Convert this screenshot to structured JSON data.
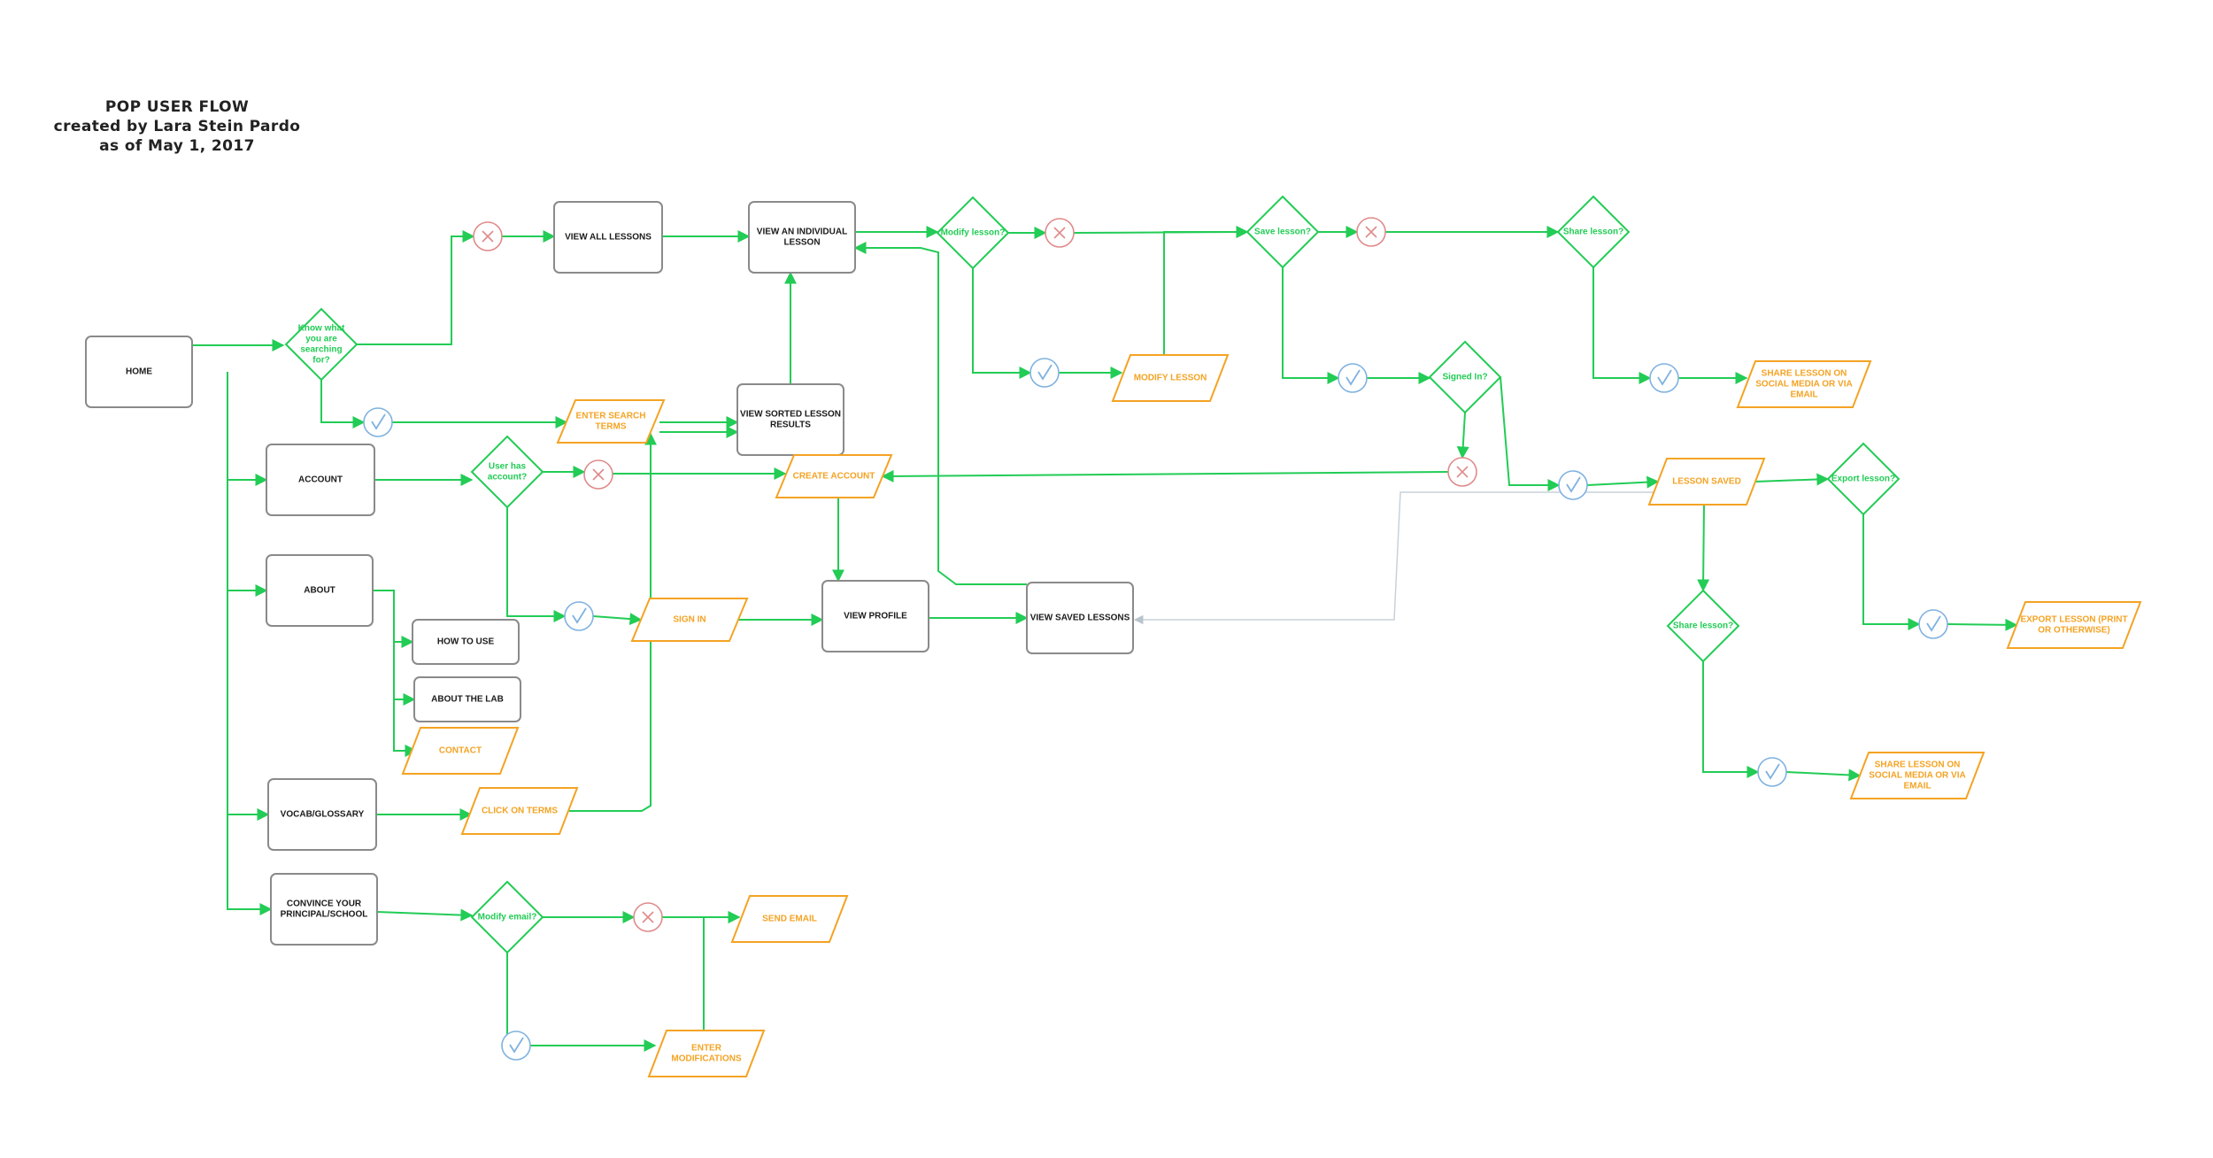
{
  "title": {
    "line1": "POP USER FLOW",
    "line2": "created by Lara Stein Pardo",
    "line3": "as of May 1, 2017"
  },
  "colors": {
    "process_border": "#8a8a8a",
    "io_border": "#f4a323",
    "io_text": "#f4a323",
    "decision": "#22cc55",
    "connector": "#22cc55",
    "yes_marker": "#7fb2e0",
    "no_marker": "#e08a8a"
  },
  "process_nodes": [
    {
      "id": "home",
      "lines": [
        "HOME"
      ]
    },
    {
      "id": "view-all-lessons",
      "lines": [
        "VIEW ALL LESSONS"
      ]
    },
    {
      "id": "view-individual-lesson",
      "lines": [
        "VIEW AN INDIVIDUAL",
        "LESSON"
      ]
    },
    {
      "id": "view-sorted-results",
      "lines": [
        "VIEW SORTED LESSON",
        "RESULTS"
      ]
    },
    {
      "id": "account",
      "lines": [
        "ACCOUNT"
      ]
    },
    {
      "id": "about",
      "lines": [
        "ABOUT"
      ]
    },
    {
      "id": "how-to-use",
      "lines": [
        "HOW TO USE"
      ]
    },
    {
      "id": "about-the-lab",
      "lines": [
        "ABOUT THE LAB"
      ]
    },
    {
      "id": "view-profile",
      "lines": [
        "VIEW PROFILE"
      ]
    },
    {
      "id": "view-saved-lessons",
      "lines": [
        "VIEW SAVED LESSONS"
      ]
    },
    {
      "id": "vocab-glossary",
      "lines": [
        "VOCAB/GLOSSARY"
      ]
    },
    {
      "id": "convince-principal",
      "lines": [
        "CONVINCE YOUR",
        "PRINCIPAL/SCHOOL"
      ]
    }
  ],
  "io_nodes": [
    {
      "id": "enter-search-terms",
      "lines": [
        "ENTER SEARCH",
        "TERMS"
      ]
    },
    {
      "id": "create-account",
      "lines": [
        "CREATE ACCOUNT"
      ]
    },
    {
      "id": "sign-in",
      "lines": [
        "SIGN IN"
      ]
    },
    {
      "id": "contact",
      "lines": [
        "CONTACT"
      ]
    },
    {
      "id": "click-on-terms",
      "lines": [
        "CLICK ON TERMS"
      ]
    },
    {
      "id": "send-email",
      "lines": [
        "SEND EMAIL"
      ]
    },
    {
      "id": "enter-modifications",
      "lines": [
        "ENTER",
        "MODIFICATIONS"
      ]
    },
    {
      "id": "modify-lesson",
      "lines": [
        "MODIFY LESSON"
      ]
    },
    {
      "id": "share-lesson-1",
      "lines": [
        "SHARE LESSON ON",
        "SOCIAL MEDIA OR VIA",
        "EMAIL"
      ]
    },
    {
      "id": "lesson-saved",
      "lines": [
        "LESSON SAVED"
      ]
    },
    {
      "id": "export-lesson",
      "lines": [
        "EXPORT LESSON (PRINT",
        "OR OTHERWISE)"
      ]
    },
    {
      "id": "share-lesson-2",
      "lines": [
        "SHARE LESSON ON",
        "SOCIAL MEDIA OR VIA",
        "EMAIL"
      ]
    }
  ],
  "decision_nodes": [
    {
      "id": "know-what-searching",
      "lines": [
        "Know what",
        "you are",
        "searching",
        "for?"
      ]
    },
    {
      "id": "user-has-account",
      "lines": [
        "User has",
        "account?"
      ]
    },
    {
      "id": "modify-email",
      "lines": [
        "Modify email?"
      ]
    },
    {
      "id": "modify-lesson-q",
      "lines": [
        "Modify lesson?"
      ]
    },
    {
      "id": "save-lesson-q",
      "lines": [
        "Save lesson?"
      ]
    },
    {
      "id": "share-lesson-q1",
      "lines": [
        "Share lesson?"
      ]
    },
    {
      "id": "signed-in-q",
      "lines": [
        "Signed In?"
      ]
    },
    {
      "id": "export-lesson-q",
      "lines": [
        "Export  lesson?"
      ]
    },
    {
      "id": "share-lesson-q2",
      "lines": [
        "Share lesson?"
      ]
    }
  ],
  "markers": [
    {
      "id": "m-no-1",
      "type": "no"
    },
    {
      "id": "m-yes-1",
      "type": "yes"
    },
    {
      "id": "m-no-2",
      "type": "no"
    },
    {
      "id": "m-yes-2",
      "type": "yes"
    },
    {
      "id": "m-no-3",
      "type": "no"
    },
    {
      "id": "m-yes-3",
      "type": "yes"
    },
    {
      "id": "m-no-4",
      "type": "no"
    },
    {
      "id": "m-yes-4",
      "type": "yes"
    },
    {
      "id": "m-no-5",
      "type": "no"
    },
    {
      "id": "m-yes-5",
      "type": "yes"
    },
    {
      "id": "m-yes-6",
      "type": "yes"
    },
    {
      "id": "m-no-6",
      "type": "no"
    },
    {
      "id": "m-yes-7",
      "type": "yes"
    },
    {
      "id": "m-yes-8",
      "type": "yes"
    },
    {
      "id": "m-yes-9",
      "type": "yes"
    }
  ]
}
